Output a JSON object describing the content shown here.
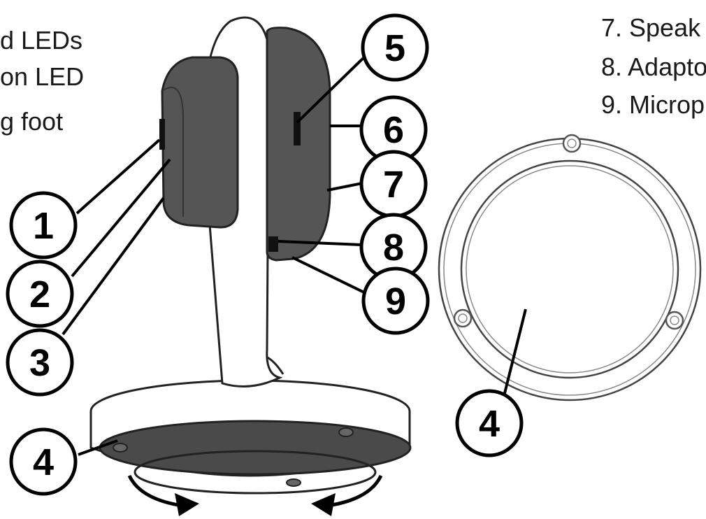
{
  "legend_left": [
    "d LEDs",
    "on LED",
    "g foot"
  ],
  "legend_right": [
    "7. Speak",
    "8. Adapto",
    "9. Microp"
  ],
  "callouts": {
    "c1": "1",
    "c2": "2",
    "c3": "3",
    "c4_base": "4",
    "c4_ring": "4",
    "c5": "5",
    "c6": "6",
    "c7": "7",
    "c8": "8",
    "c9": "9"
  },
  "colors": {
    "ink": "#000000",
    "housing": "#555555",
    "foot": "#4a4a4a",
    "outline": "#222222"
  }
}
